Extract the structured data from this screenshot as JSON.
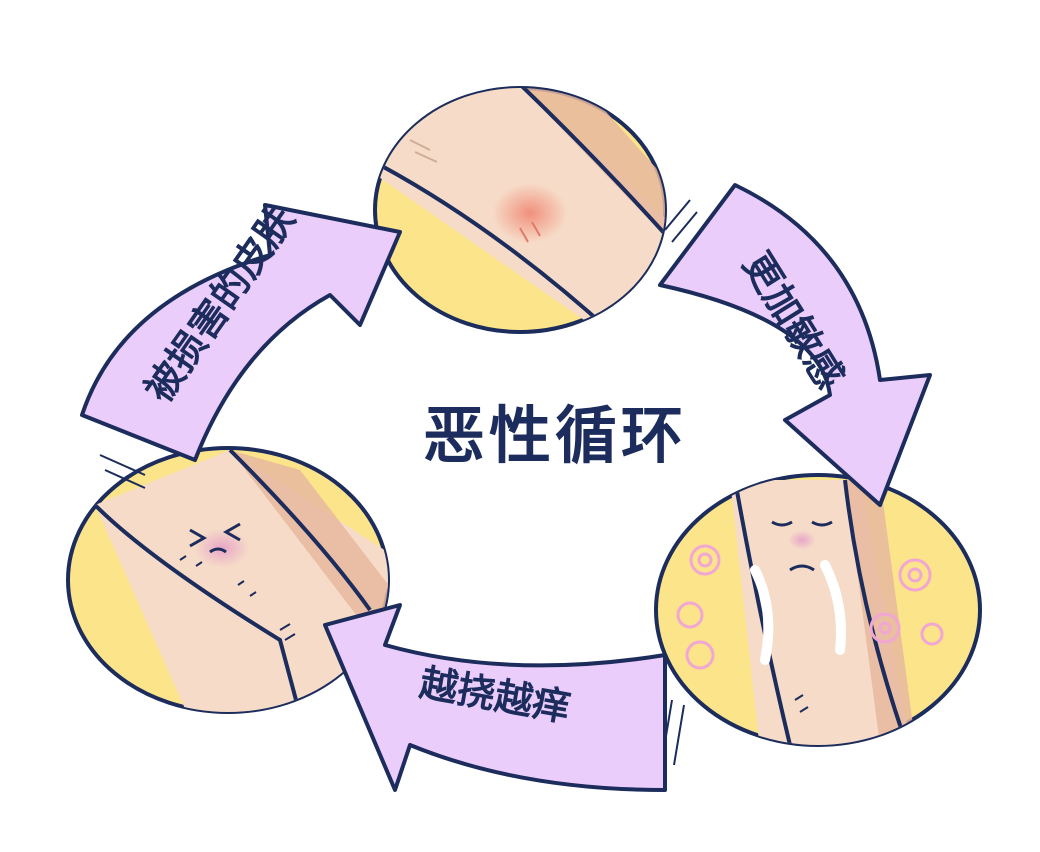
{
  "diagram": {
    "title": "恶性循环",
    "steps": [
      {
        "label": "被损害的皮肤"
      },
      {
        "label": "更加敏感"
      },
      {
        "label": "越挠越痒"
      }
    ]
  },
  "colors": {
    "outline": "#1c2c5c",
    "arrow_fill": "#ebcdfb",
    "circle_fill": "#fbe48a",
    "skin": "#f6dcc8",
    "skin_shadow": "#e6b89f",
    "redness": "#f08c78",
    "title": "#1c2c5c"
  }
}
